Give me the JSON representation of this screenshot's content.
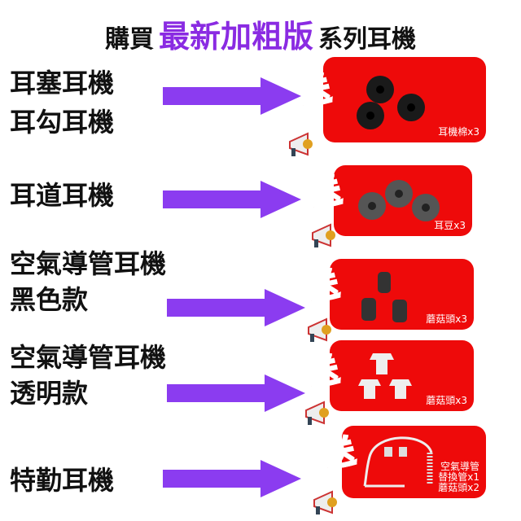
{
  "title": {
    "prefix": "購買",
    "highlight": "最新加粗版",
    "suffix": "系列耳機"
  },
  "colors": {
    "highlight": "#8a2be2",
    "arrow": "#8b3cf0",
    "card": "#ee0a0a"
  },
  "rows": [
    {
      "lines": [
        "耳塞耳機",
        "耳勾耳機"
      ],
      "gift": "送",
      "caption": "耳機棉x3"
    },
    {
      "lines": [
        "耳道耳機"
      ],
      "gift": "送",
      "caption": "耳豆x3"
    },
    {
      "lines": [
        "空氣導管耳機",
        "黑色款"
      ],
      "gift": "送",
      "caption": "蘑菇頭x3"
    },
    {
      "lines": [
        "空氣導管耳機",
        "透明款"
      ],
      "gift": "送",
      "caption": "蘑菇頭x3"
    },
    {
      "lines": [
        "特勤耳機"
      ],
      "gift": "送",
      "caption": [
        "空氣導管",
        "替換管x1",
        "蘑菇頭x2"
      ]
    }
  ]
}
